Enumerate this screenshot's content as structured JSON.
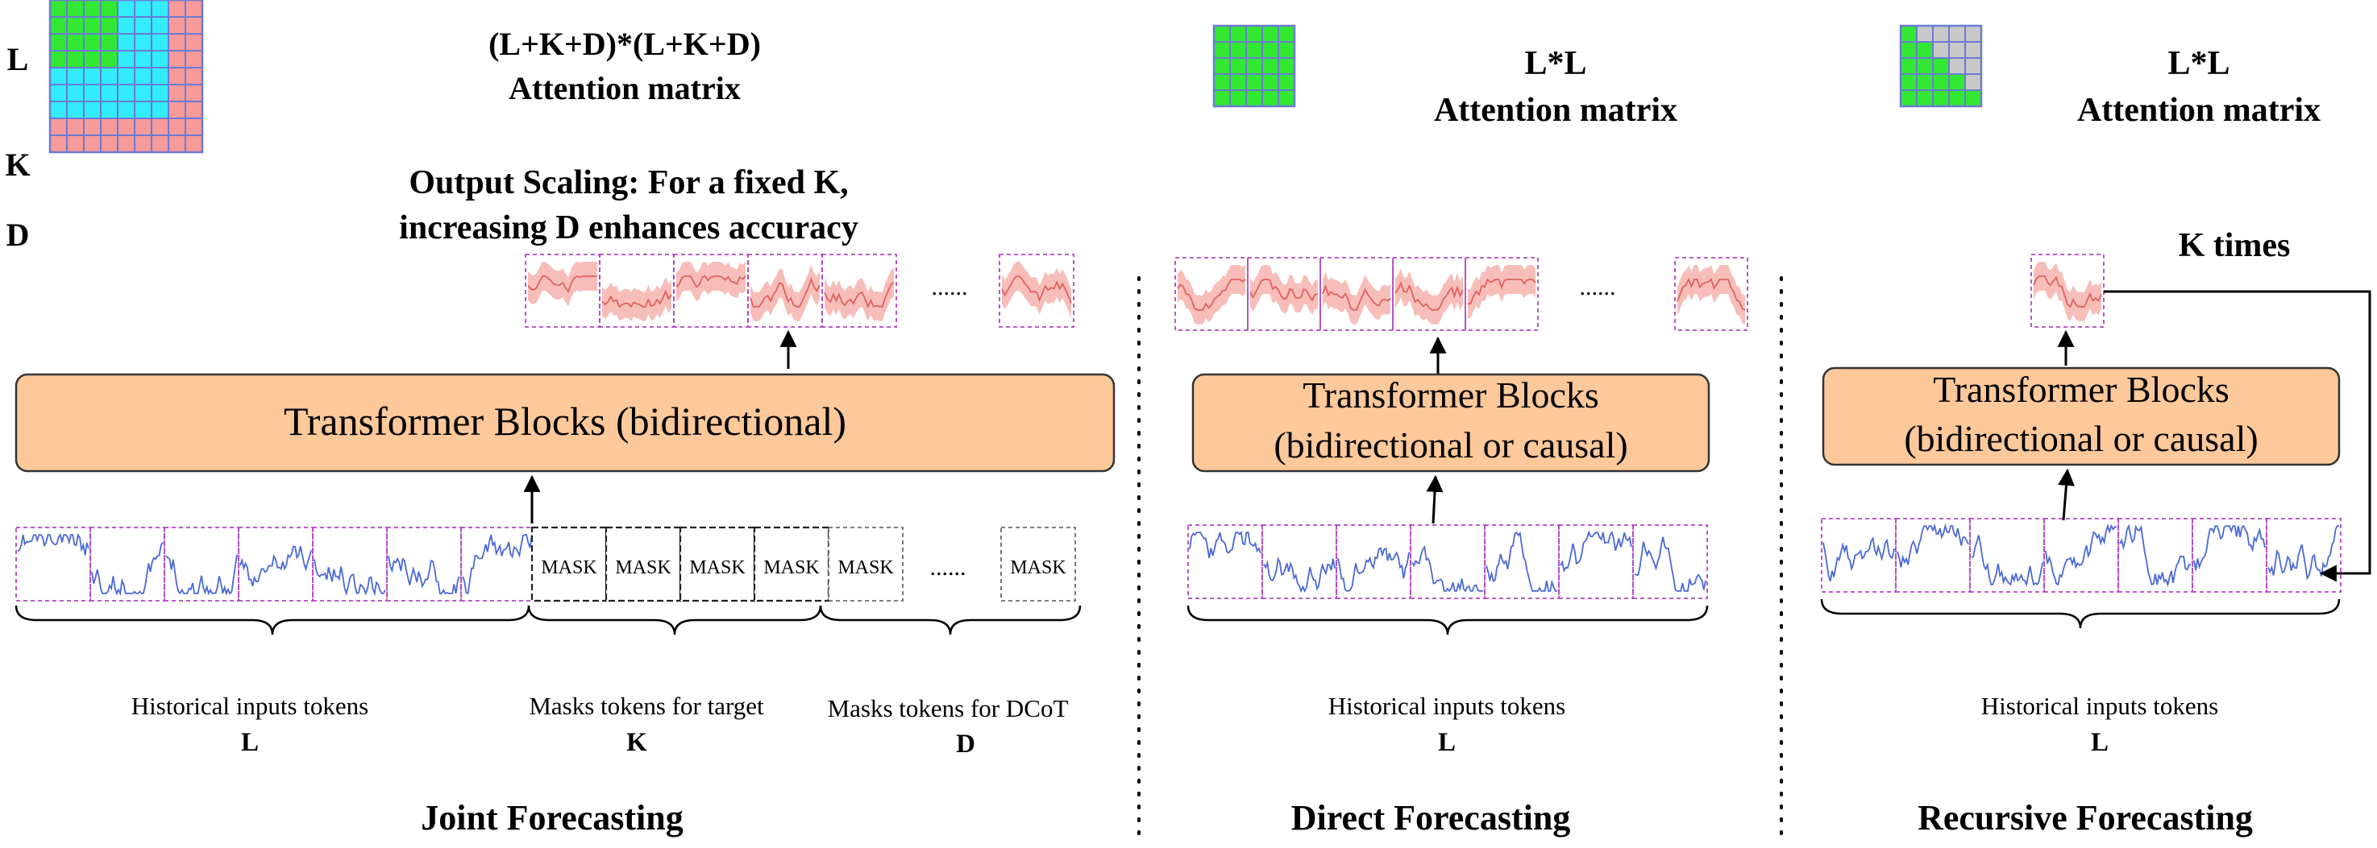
{
  "colors": {
    "green": "#33e833",
    "cyan": "#33ecff",
    "pink": "#f79a9a",
    "grey": "#c8c8c8",
    "grid_line": "#6b7bd6",
    "orange_fill": "#fdc89a",
    "token_border": "#b044c4",
    "series_line": "#4b68d6",
    "forecast_line": "#e06060",
    "forecast_band": "#f6b3ad"
  },
  "joint": {
    "row_labels": [
      "L",
      "K",
      "D"
    ],
    "matrix_title_line1": "(L+K+D)*(L+K+D)",
    "matrix_title_line2": "Attention matrix",
    "scaling_line1": "Output Scaling: For a fixed K,",
    "scaling_line2": "increasing D enhances accuracy",
    "transformer_label": "Transformer Blocks (bidirectional)",
    "mask_label": "MASK",
    "ellipsis": "......",
    "brace_labels": [
      {
        "line1": "Historical inputs tokens",
        "line2": "L"
      },
      {
        "line1": "Masks tokens for target",
        "line2": "K"
      },
      {
        "line1": "Masks tokens for DCoT",
        "line2": "D"
      }
    ],
    "title": "Joint Forecasting"
  },
  "direct": {
    "matrix_title_line1": "L*L",
    "matrix_title_line2": "Attention matrix",
    "transformer_line1": "Transformer Blocks",
    "transformer_line2": "(bidirectional or causal)",
    "ellipsis": "......",
    "brace_line1": "Historical inputs tokens",
    "brace_line2": "L",
    "title": "Direct Forecasting"
  },
  "recursive": {
    "matrix_title_line1": "L*L",
    "matrix_title_line2": "Attention matrix",
    "k_times": "K times",
    "transformer_line1": "Transformer Blocks",
    "transformer_line2": "(bidirectional or causal)",
    "brace_line1": "Historical inputs tokens",
    "brace_line2": "L",
    "title": "Recursive Forecasting"
  }
}
